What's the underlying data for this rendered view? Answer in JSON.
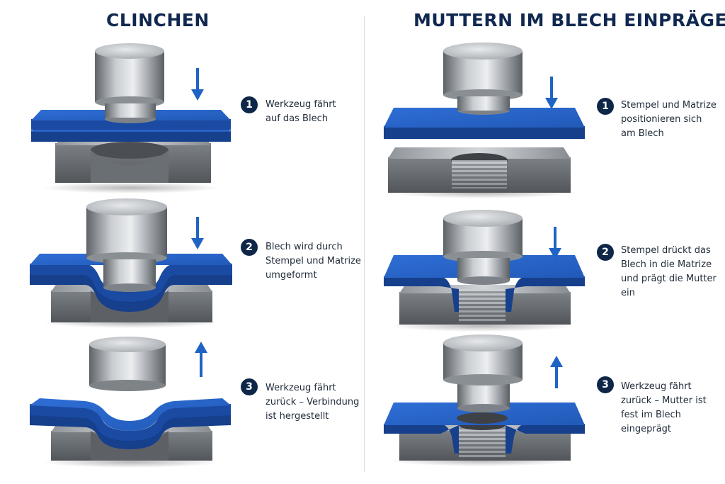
{
  "left": {
    "title": "CLINCHEN",
    "steps": [
      {
        "num": "1",
        "text": "Werkzeug fährt\nauf das Blech",
        "arrow": "down"
      },
      {
        "num": "2",
        "text": "Blech wird durch\nStempel und Matrize\numgeformt",
        "arrow": "down"
      },
      {
        "num": "3",
        "text": "Werkzeug fährt\nzurück – Verbindung\nist hergestellt",
        "arrow": "up"
      }
    ]
  },
  "right": {
    "title": "MUTTERN IM BLECH EINPRÄGEN",
    "steps": [
      {
        "num": "1",
        "text": "Stempel und Matrize\npositionieren sich\nam Blech",
        "arrow": "down"
      },
      {
        "num": "2",
        "text": "Stempel drückt das\nBlech in die Matrize\nund prägt die Mutter\nein",
        "arrow": "down"
      },
      {
        "num": "3",
        "text": "Werkzeug fährt\nzurück – Mutter ist\nfest im Blech\neingeprägt",
        "arrow": "up"
      }
    ]
  },
  "colors": {
    "title": "#10284f",
    "sheet": "#2f6bd0",
    "sheet_dark": "#123f8f",
    "steel": "#9aa0a6",
    "arrow": "#1f64c4",
    "badge": "#0e2748"
  }
}
